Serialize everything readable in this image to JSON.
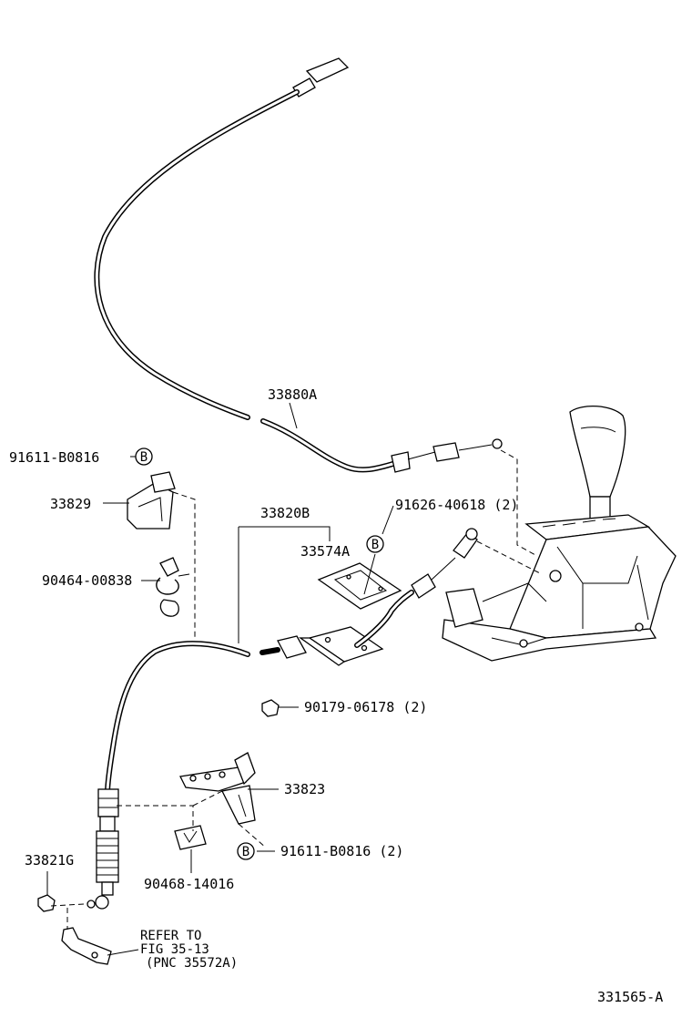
{
  "parts": {
    "p_33880A": "33880A",
    "p_91611_B0816_top": "91611-B0816",
    "p_33829": "33829",
    "p_33820B": "33820B",
    "p_91626": "91626-40618 (2)",
    "p_33574A": "33574A",
    "p_90464": "90464-00838",
    "p_90179": "90179-06178 (2)",
    "p_33823": "33823",
    "p_91611_B0816_low": "91611-B0816 (2)",
    "p_33821G": "33821G",
    "p_90468": "90468-14016"
  },
  "callout_letter": "B",
  "refer": {
    "line1": "REFER TO",
    "line2": "FIG 35-13",
    "line3": "(PNC 35572A)"
  },
  "figure_id": "331565-A"
}
